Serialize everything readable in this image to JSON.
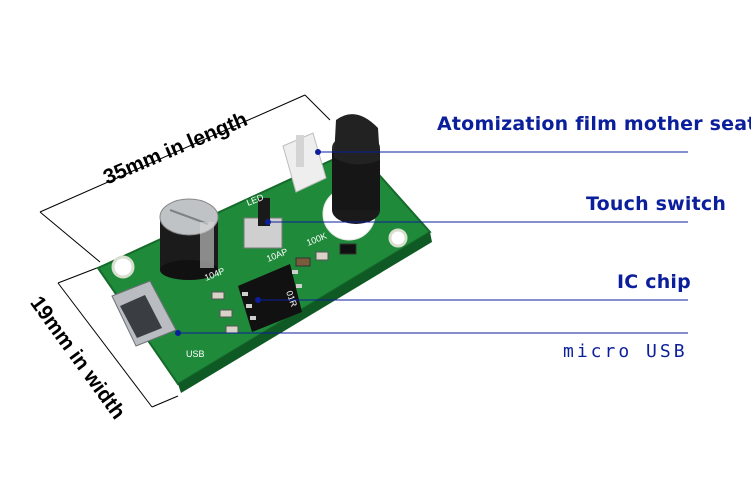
{
  "dimensions": {
    "length": "35mm in length",
    "width": "19mm in width"
  },
  "callouts": [
    {
      "id": "atomization",
      "text": "Atomization film mother seat"
    },
    {
      "id": "touch",
      "text": "Touch switch"
    },
    {
      "id": "ic",
      "text": "IC chip"
    },
    {
      "id": "usb",
      "text": "micro USB"
    }
  ],
  "silkscreen": {
    "usb": "USB",
    "cap": "104P",
    "cap2": "10AP",
    "inductor": "100K",
    "led": "LED",
    "res": "01R"
  },
  "colors": {
    "pcb": "#1f8a3a",
    "label": "#0b1f9c",
    "line": "#0b1f9c"
  }
}
